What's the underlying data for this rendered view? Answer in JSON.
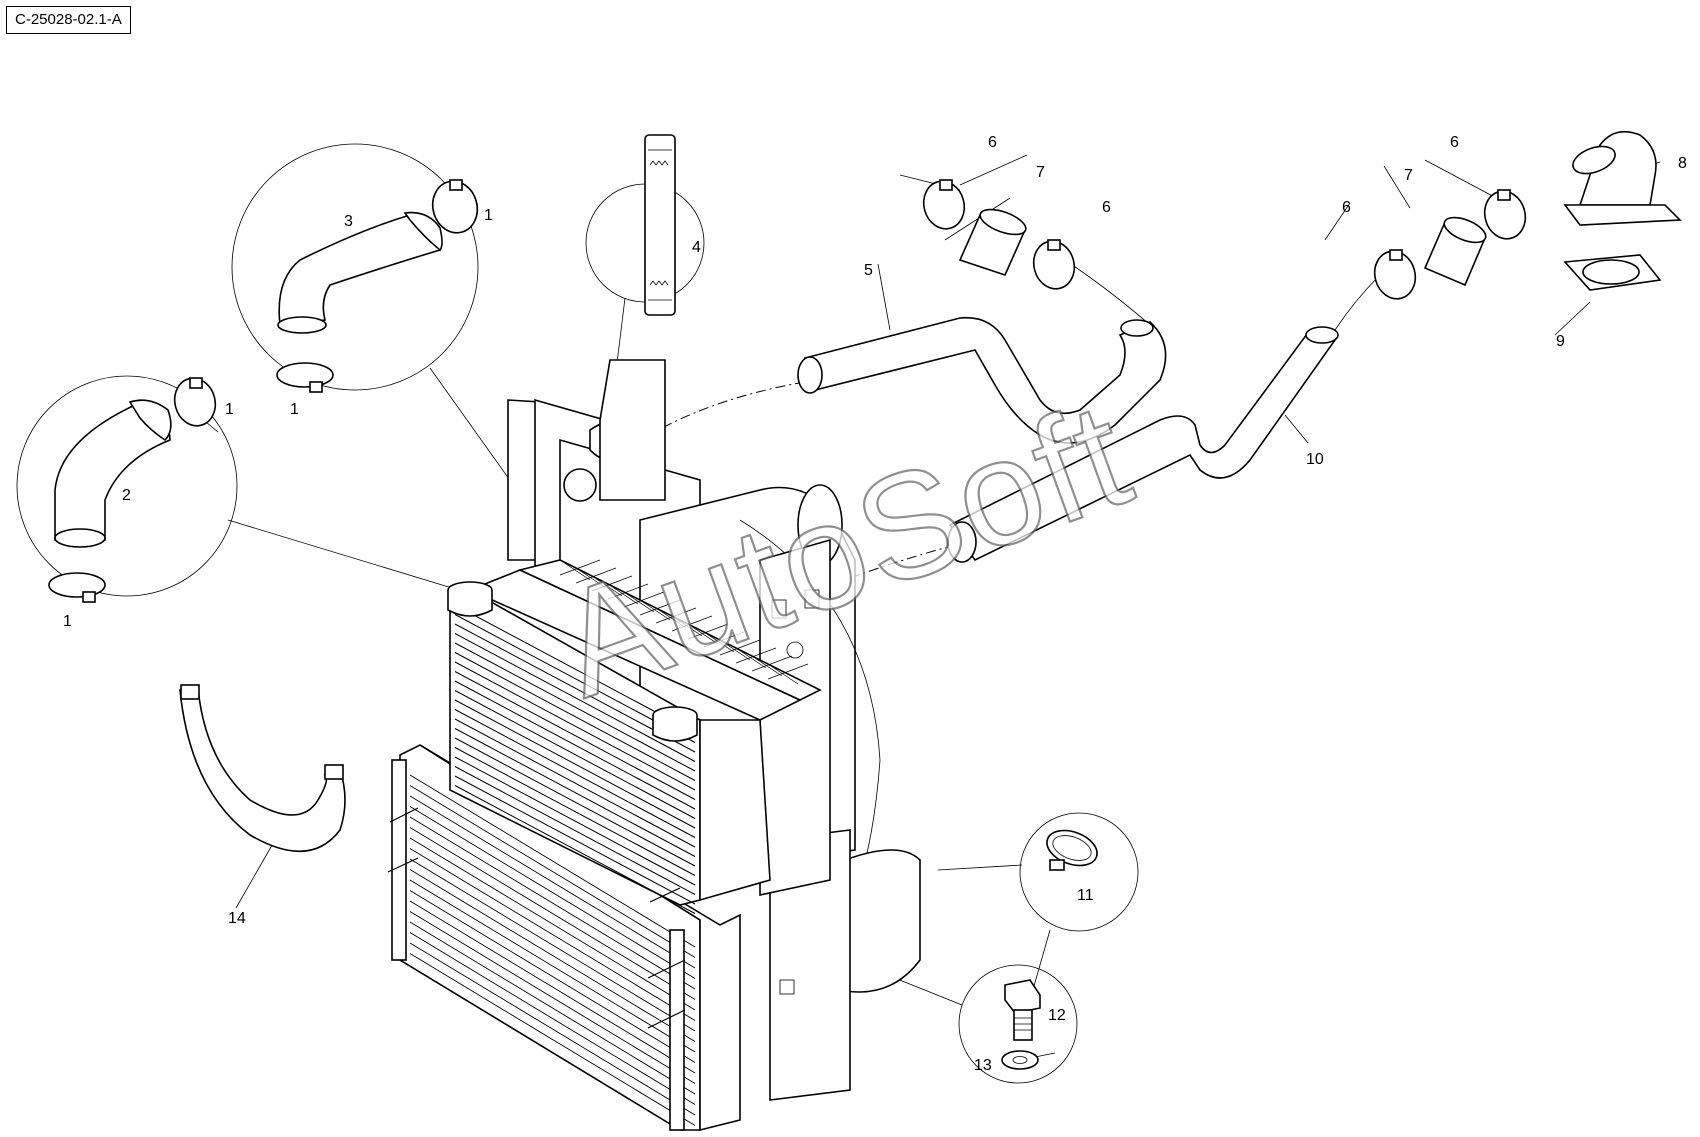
{
  "ref_code": "C-25028-02.1-A",
  "watermark": "AutoSoft",
  "callouts": {
    "c1a": "1",
    "c1b": "1",
    "c1c": "1",
    "c1d": "1",
    "c2": "2",
    "c3": "3",
    "c4": "4",
    "c5": "5",
    "c6a": "6",
    "c6b": "6",
    "c6c": "6",
    "c6d": "6",
    "c7a": "7",
    "c7b": "7",
    "c8": "8",
    "c9": "9",
    "c10": "10",
    "c11": "11",
    "c12": "12",
    "c13": "13",
    "c14": "14"
  }
}
